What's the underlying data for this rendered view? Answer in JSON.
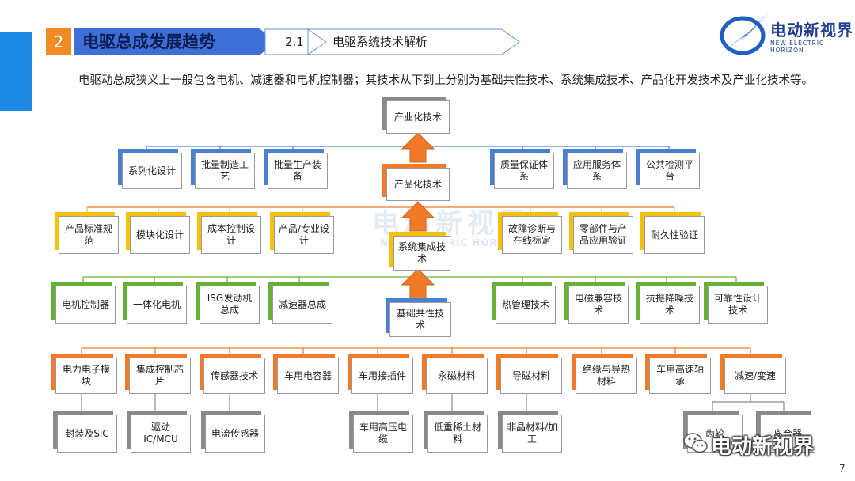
{
  "header": {
    "section_number": "2",
    "section_title": "电驱总成发展趋势",
    "sub_number": "2.1",
    "sub_title": "电驱系统技术解析"
  },
  "logo": {
    "name_cn": "电动新视界",
    "name_en": "NEW ELECTRIC HORIZON"
  },
  "description": "电驱动总成狭义上一般包含电机、减速器和电机控制器；其技术从下到上分别为基础共性技术、系统集成技术、产品化开发技术及产业化技术等。",
  "watermark": {
    "cn": "电动新视界",
    "en": "NEW ELECTRIC HORIZON"
  },
  "diagram": {
    "core": {
      "industrialization": "产业化技术",
      "productization": "产品化技术",
      "system_integration": "系统集成技术",
      "basic_common": "基础共性技术"
    },
    "productization_items": [
      "系列化设计",
      "批量制造工艺",
      "批量生产装备",
      "质量保证体系",
      "应用服务体系",
      "公共检测平台"
    ],
    "integration_items": [
      "产品标准规范",
      "模块化设计",
      "成本控制设计",
      "产品/专业设计",
      "故障诊断与在线标定",
      "零部件与产品应用验证",
      "耐久性验证"
    ],
    "basic_items": [
      "电机控制器",
      "一体化电机",
      "ISG发动机总成",
      "减速器总成",
      "热管理技术",
      "电磁兼容技术",
      "抗振降噪技术",
      "可靠性设计技术"
    ],
    "component_items": [
      "电力电子模块",
      "集成控制芯片",
      "传感器技术",
      "车用电容器",
      "车用接插件",
      "永磁材料",
      "导磁材料",
      "绝缘与导热材料",
      "车用高速轴承",
      "减速/变速"
    ],
    "detail_items": {
      "power_electronics": "封装及SiC",
      "control_chip": "驱动IC/MCU",
      "sensor": "电流传感器",
      "connector": "车用高压电缆",
      "magnet": "低重稀土材料",
      "magnetic_conductive": "非晶材料/加工",
      "gear": "齿轮",
      "clutch": "离合器"
    }
  },
  "wechat_watermark": "电动新视界",
  "page_number": "7",
  "colors": {
    "blue": "#4a7fd4",
    "orange": "#f07a28",
    "yellow": "#f5c00c",
    "green": "#66b033",
    "gray": "#8a8a8a"
  }
}
